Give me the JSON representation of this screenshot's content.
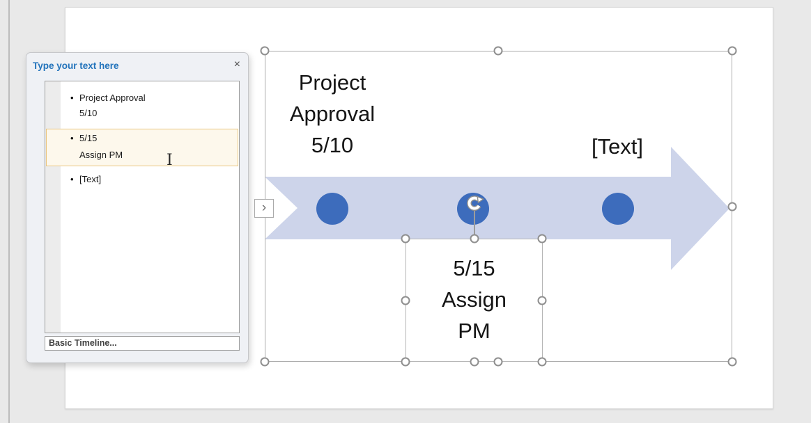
{
  "text_pane": {
    "title": "Type your text here",
    "items": [
      {
        "lines": [
          "Project Approval",
          "5/10"
        ],
        "selected": false
      },
      {
        "lines": [
          "5/15",
          "Assign PM"
        ],
        "selected": true
      },
      {
        "lines": [
          "[Text]"
        ],
        "selected": false
      }
    ],
    "footer": "Basic Timeline..."
  },
  "timeline": {
    "type": "basic-timeline-smartart",
    "milestones": [
      {
        "lines": [
          "Project",
          "Approval",
          "5/10"
        ],
        "label_position": "above"
      },
      {
        "lines": [
          "5/15",
          "Assign",
          "PM"
        ],
        "label_position": "below",
        "selected": true
      },
      {
        "lines": [
          "[Text]"
        ],
        "label_position": "above"
      }
    ]
  },
  "icons": {
    "close": "×",
    "bullet": "•",
    "expand_chevron": "›"
  },
  "colors": {
    "milestone_dot": "#3d6cbc",
    "arrow_band": "#cdd4ea",
    "selected_item_fill": "#fdf8ec",
    "selected_item_border": "#eac57d",
    "pane_title_text": "#2273bb",
    "selection_frame": "#ababab",
    "canvas_background": "#e9e9e9"
  }
}
